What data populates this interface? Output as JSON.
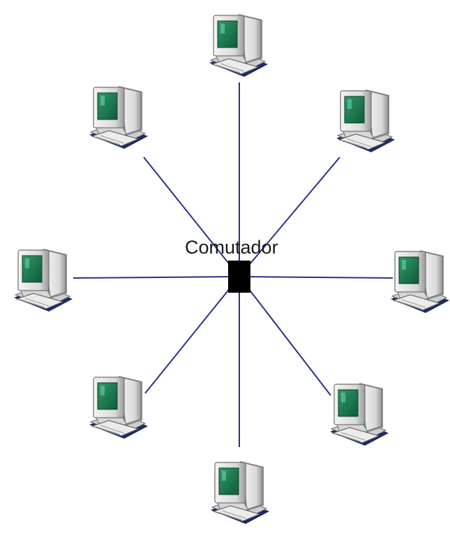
{
  "hub": {
    "label": "Comutador"
  },
  "nodes": [
    {
      "name": "computer-top"
    },
    {
      "name": "computer-top-right"
    },
    {
      "name": "computer-right"
    },
    {
      "name": "computer-bottom-right"
    },
    {
      "name": "computer-bottom"
    },
    {
      "name": "computer-bottom-left"
    },
    {
      "name": "computer-left"
    },
    {
      "name": "computer-top-left"
    }
  ],
  "colors": {
    "link": "#2a2f8a",
    "hub": "#000000",
    "screen": "#1d7a52",
    "case": "#e4e4e4",
    "case_shadow": "#8a8a8a",
    "keyboard": "#1f2a66"
  }
}
